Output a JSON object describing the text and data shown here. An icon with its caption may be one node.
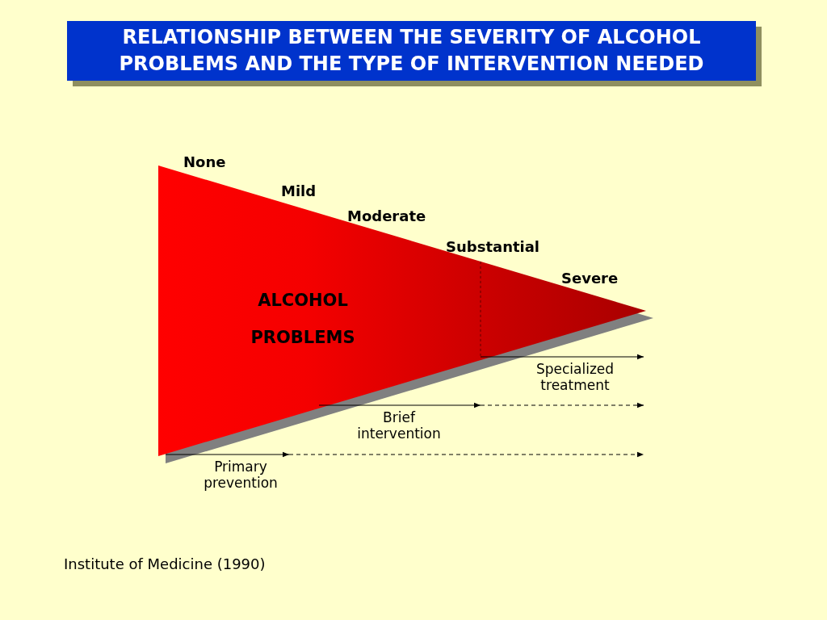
{
  "diagram": {
    "title": "RELATIONSHIP BETWEEN THE SEVERITY OF ALCOHOL PROBLEMS AND THE TYPE OF INTERVENTION NEEDED",
    "caption": "Institute of Medicine (1990)",
    "nodes": [
      {
        "text": [
          "ALCOHOL PROBLEMS"
        ]
      }
    ],
    "labels": [
      "None",
      "Mild",
      "Moderate",
      "Substantial",
      "Severe",
      "Specialized treatment",
      "Brief intervention",
      "Primary prevention"
    ]
  }
}
